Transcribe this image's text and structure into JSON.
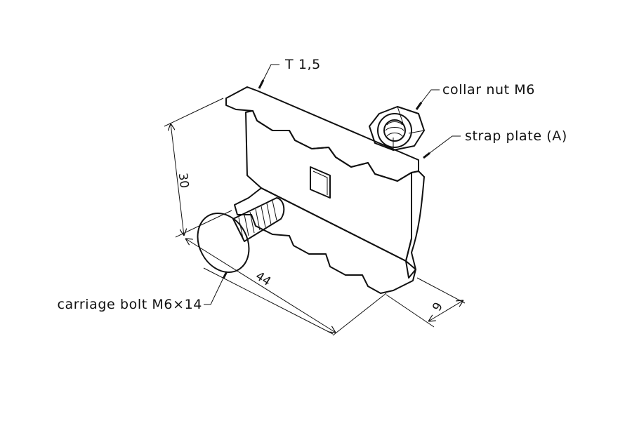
{
  "labels": {
    "thickness": "T 1,5",
    "collar_nut": "collar nut M6",
    "strap_plate": "strap plate (A)",
    "carriage_bolt": "carriage bolt M6×14"
  },
  "dimensions": {
    "height": "30",
    "length": "44",
    "depth": "9"
  },
  "colors": {
    "line": "#111111",
    "metal_light": "#f2f2f2",
    "metal_mid": "#d6d6d6",
    "metal_dark": "#a8a8a8"
  }
}
